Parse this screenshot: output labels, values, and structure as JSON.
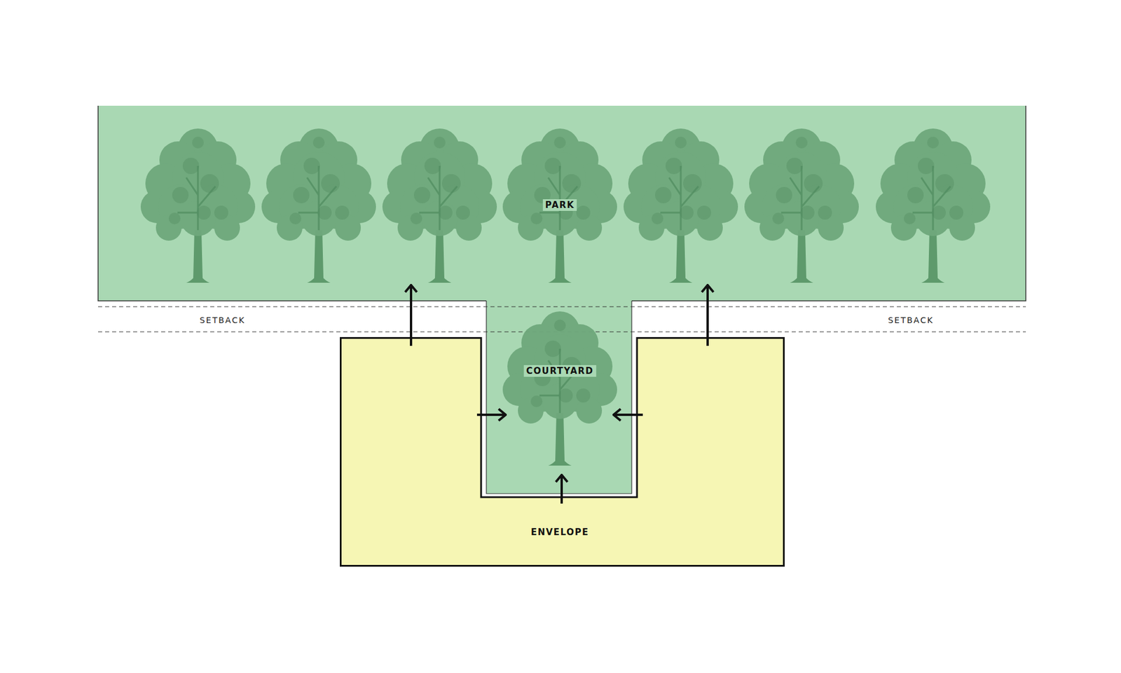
{
  "diagram": {
    "nodes": [
      {
        "text": [
          "PARK"
        ]
      },
      {
        "text": [
          "COURTYARD"
        ]
      },
      {
        "text": [
          "ENVELOPE"
        ]
      }
    ],
    "edges": [
      {
        "from": 2,
        "to": 0,
        "arrow": "to"
      },
      {
        "from": 2,
        "to": 0,
        "arrow": "to"
      },
      {
        "from": 2,
        "to": 1,
        "arrow": "to"
      },
      {
        "from": 2,
        "to": 1,
        "arrow": "to"
      },
      {
        "from": 2,
        "to": 1,
        "arrow": "to"
      }
    ],
    "labels": [
      "SETBACK",
      "SETBACK"
    ]
  }
}
